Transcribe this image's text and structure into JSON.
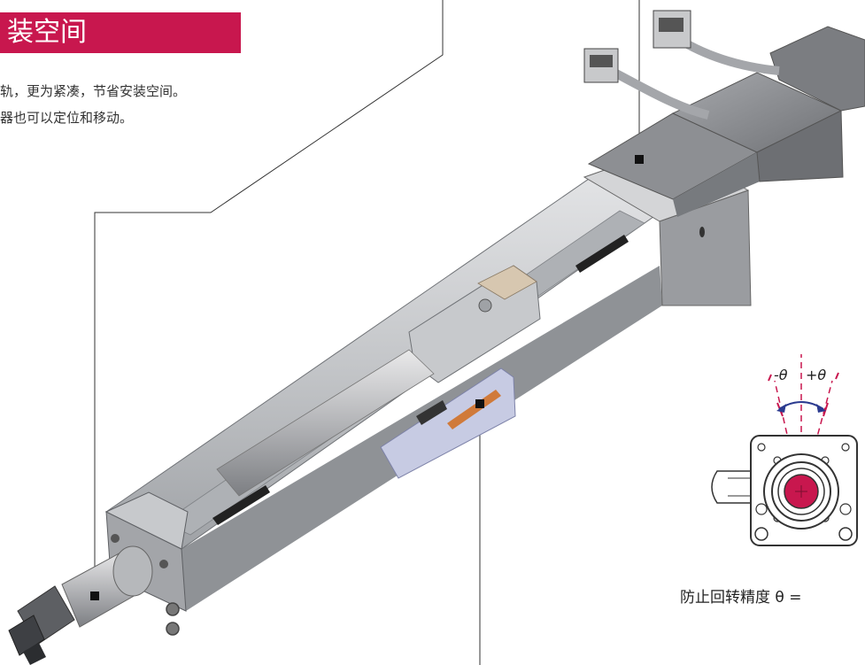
{
  "header": {
    "title": "装空间",
    "color": "#c8174e"
  },
  "description": {
    "line1": "轨，更为紧凑，节省安装空间。",
    "line2": "器也可以定位和移动。"
  },
  "inset": {
    "minus_theta": "-θ",
    "plus_theta": "+θ",
    "caption": "防止回转精度 θ ="
  },
  "colors": {
    "accent": "#c8174e",
    "arrow": "#2b3a8f",
    "body": "#b9bbbe",
    "motor": "#8e9095"
  }
}
